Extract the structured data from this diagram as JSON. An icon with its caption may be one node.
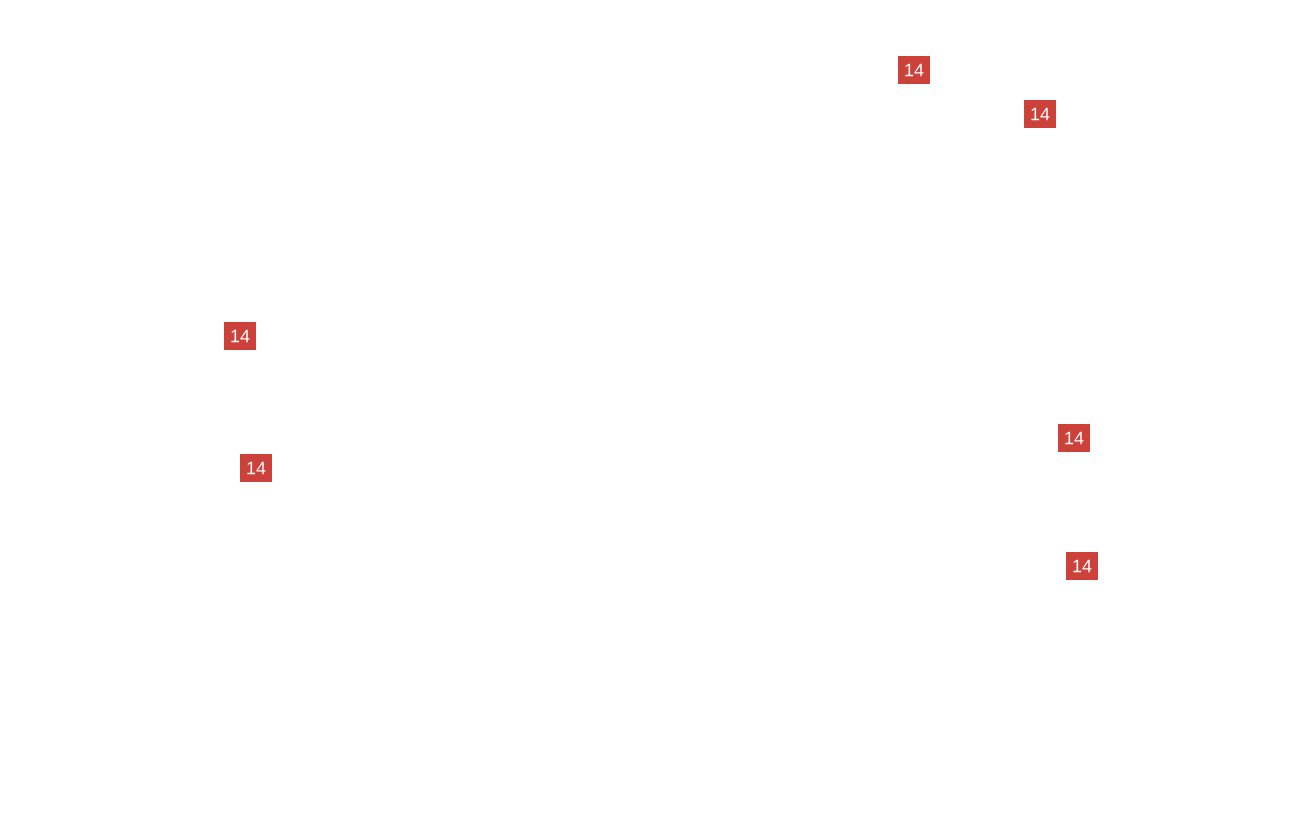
{
  "diagram": {
    "labels": [
      "14",
      "14",
      "14",
      "14",
      "14",
      "14"
    ]
  }
}
